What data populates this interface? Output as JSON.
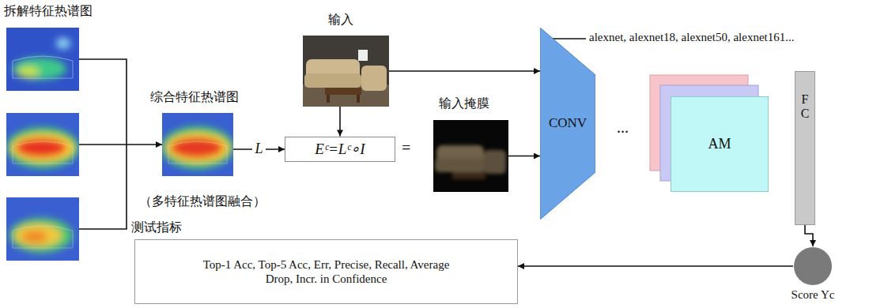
{
  "diagram": {
    "nodes": [
      {
        "text": [
          "拆解特征热谱图"
        ]
      },
      {
        "text": [
          "综合特征热谱图",
          "（多特征热谱图融合）"
        ]
      },
      {
        "text": [
          "Eᶜ=Lᶜ∘I"
        ]
      },
      {
        "text": [
          "输入"
        ]
      },
      {
        "text": [
          "输入掩膜"
        ]
      },
      {
        "text": [
          "CONV"
        ]
      },
      {
        "text": [
          "AM"
        ]
      },
      {
        "text": [
          "FC"
        ]
      },
      {
        "text": [
          "Score Yc"
        ]
      },
      {
        "text": [
          "测试指标",
          "Top-1 Acc, Top-5 Acc, Err, Precise, Recall, Average Drop, Incr. in Confidence"
        ]
      }
    ],
    "edges": [
      {
        "from": 0,
        "to": 1,
        "arrow": "to"
      },
      {
        "from": 1,
        "to": 2,
        "label": "L",
        "arrow": "to"
      },
      {
        "from": 3,
        "to": 2,
        "arrow": "to"
      },
      {
        "from": 3,
        "to": 5,
        "arrow": "to"
      },
      {
        "from": 4,
        "to": 5,
        "arrow": "to"
      },
      {
        "from": 7,
        "to": 8,
        "arrow": "to"
      },
      {
        "from": 8,
        "to": 9,
        "arrow": "to"
      }
    ],
    "labels": [
      "=",
      "alexnet, alexnet18, alexnet50, alexnet161...",
      "..."
    ]
  }
}
